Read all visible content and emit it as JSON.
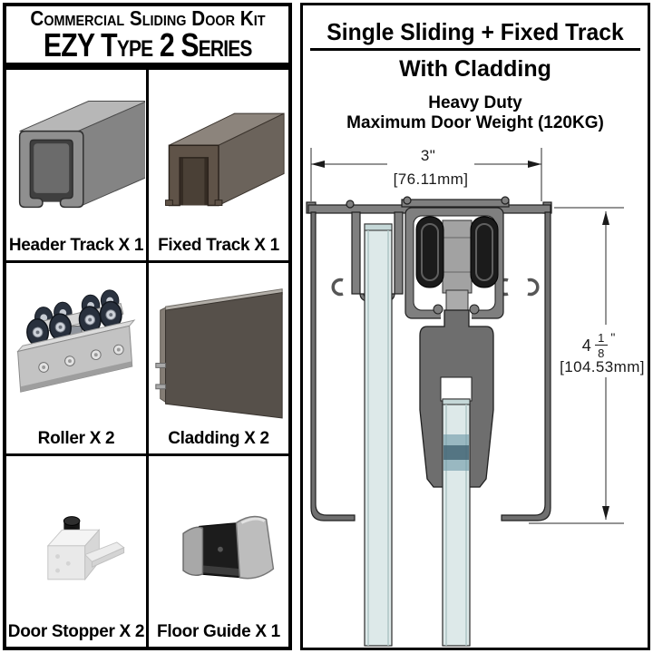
{
  "page": {
    "background": "#ffffff",
    "border_color": "#000000"
  },
  "left_panel": {
    "title_line1": "Commercial Sliding Door Kit",
    "title_line2": "EZY Type 2 Series",
    "parts": [
      {
        "label": "Header Track X 1",
        "icon": "header-track-image"
      },
      {
        "label": "Fixed Track X 1",
        "icon": "fixed-track-image"
      },
      {
        "label": "Roller X 2",
        "icon": "roller-image"
      },
      {
        "label": "Cladding X 2",
        "icon": "cladding-image"
      },
      {
        "label": "Door Stopper X 2",
        "icon": "door-stopper-image"
      },
      {
        "label": "Floor Guide X 1",
        "icon": "floor-guide-image"
      }
    ]
  },
  "right_panel": {
    "title": "Single Sliding + Fixed Track",
    "subtitle": "With Cladding",
    "duty_line1": "Heavy Duty",
    "duty_line2": "Maximum Door Weight (120KG)",
    "diagram": {
      "width_in": "3\"",
      "width_mm": "[76.11mm]",
      "height_in_whole": "4",
      "height_in_frac_num": "1",
      "height_in_frac_den": "8",
      "height_in_unit": "\"",
      "height_mm": "[104.53mm]",
      "line_color": "#2a2a2a",
      "profile_color": "#7f7f7f",
      "glass_color": "#dde9e9"
    }
  }
}
